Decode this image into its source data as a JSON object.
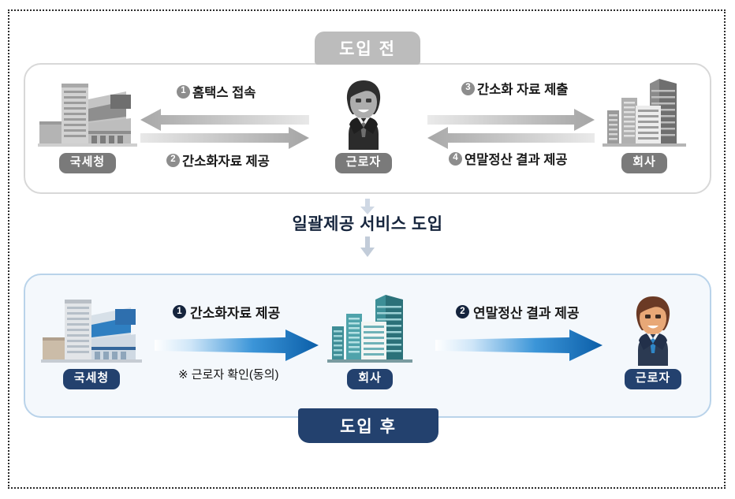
{
  "diagram": {
    "title_before": "도입 전",
    "title_after": "도입 후",
    "middle_caption": "일괄제공 서비스 도입",
    "before": {
      "nodes": [
        {
          "id": "nts",
          "label": "국세청",
          "icon": "tax-office-building-icon"
        },
        {
          "id": "worker",
          "label": "근로자",
          "icon": "worker-avatar-icon"
        },
        {
          "id": "company",
          "label": "회사",
          "icon": "company-buildings-icon"
        }
      ],
      "flows": [
        {
          "number": "1",
          "label": "홈택스 접속",
          "direction": "right",
          "from": "worker",
          "to": "nts"
        },
        {
          "number": "2",
          "label": "간소화자료 제공",
          "direction": "left",
          "from": "nts",
          "to": "worker"
        },
        {
          "number": "3",
          "label": "간소화 자료 제출",
          "direction": "right",
          "from": "worker",
          "to": "company"
        },
        {
          "number": "4",
          "label": "연말정산 결과 제공",
          "direction": "left",
          "from": "company",
          "to": "worker"
        }
      ]
    },
    "after": {
      "nodes": [
        {
          "id": "nts",
          "label": "국세청",
          "icon": "tax-office-building-icon"
        },
        {
          "id": "company",
          "label": "회사",
          "icon": "company-buildings-icon"
        },
        {
          "id": "worker",
          "label": "근로자",
          "icon": "worker-avatar-icon"
        }
      ],
      "flows": [
        {
          "number": "1",
          "label": "간소화자료 제공",
          "note": "※ 근로자 확인(동의)",
          "from": "nts",
          "to": "company"
        },
        {
          "number": "2",
          "label": "연말정산 결과 제공",
          "note": "",
          "from": "company",
          "to": "worker"
        }
      ]
    }
  },
  "colors": {
    "badge_gray": "#bcbcbc",
    "badge_navy": "#23416e",
    "arrow_gray": "#c9c9c9",
    "arrow_blue": "#0d6fc4",
    "panel_after_bg": "#f4f8fc",
    "panel_after_border": "#b9d3ea",
    "text_dark": "#16253d"
  }
}
